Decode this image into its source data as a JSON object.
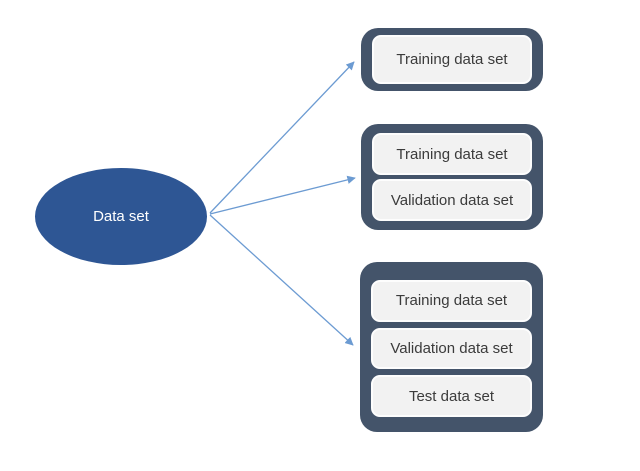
{
  "diagram": {
    "source_label": "Data set",
    "groups": [
      {
        "name": "single-split",
        "items": [
          "Training data set"
        ]
      },
      {
        "name": "two-way-split",
        "items": [
          "Training data set",
          "Validation data set"
        ]
      },
      {
        "name": "three-way-split",
        "items": [
          "Training data set",
          "Validation data set",
          "Test data set"
        ]
      }
    ]
  },
  "colors": {
    "background": "#FFFFFF",
    "ellipse_fill": "#2E5694",
    "ellipse_text": "#FFFFFF",
    "container_fill": "#44546A",
    "item_fill": "#F2F2F2",
    "item_border": "#FDFDFD",
    "item_text": "#3B3B3B",
    "arrow_color": "#6C9BD2"
  }
}
